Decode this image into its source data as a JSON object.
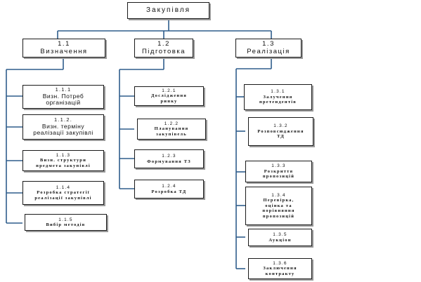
{
  "root": {
    "label": "Закупівля"
  },
  "branches": [
    {
      "code": "1.1",
      "label": "Визначення",
      "children": [
        {
          "code": "1.1.1",
          "label": [
            "Визн. Потреб",
            "організацій"
          ]
        },
        {
          "code": "1.1.2.",
          "label": [
            "Визн. терміну",
            "реалізації закупівлі"
          ]
        },
        {
          "code": "1.1.3",
          "label": [
            "Визн. структури",
            "предмета закупівлі"
          ]
        },
        {
          "code": "1.1.4",
          "label": [
            "Розробка стратегії",
            "реалізації закупівлі"
          ]
        },
        {
          "code": "1.1.5",
          "label": [
            "Вибір методів"
          ]
        }
      ]
    },
    {
      "code": "1.2",
      "label": "Підготовка",
      "children": [
        {
          "code": "1.2.1",
          "label": [
            "Дослідження",
            "ринку"
          ]
        },
        {
          "code": "1.2.2",
          "label": [
            "Планування",
            "закупівель"
          ]
        },
        {
          "code": "1.2.3",
          "label": [
            "Формування ТЗ"
          ]
        },
        {
          "code": "1.2.4",
          "label": [
            "Розробка ТД"
          ]
        }
      ]
    },
    {
      "code": "1.3",
      "label": "Реалізація",
      "children": [
        {
          "code": "1.3.1",
          "label": [
            "Залучення",
            "претендентів"
          ]
        },
        {
          "code": "1.3.2",
          "label": [
            "Розповсюдження",
            "ТД"
          ]
        },
        {
          "code": "1.3.3",
          "label": [
            "Розкриття",
            "пропозицій"
          ]
        },
        {
          "code": "1.3.4",
          "label": [
            "Перевірка,",
            "оцінка та",
            "порівняння",
            "пропозицій"
          ]
        },
        {
          "code": "1.3.5",
          "label": [
            "Аукціон"
          ]
        },
        {
          "code": "1.3.6",
          "label": [
            "Заключення",
            "контракту"
          ]
        }
      ]
    }
  ]
}
